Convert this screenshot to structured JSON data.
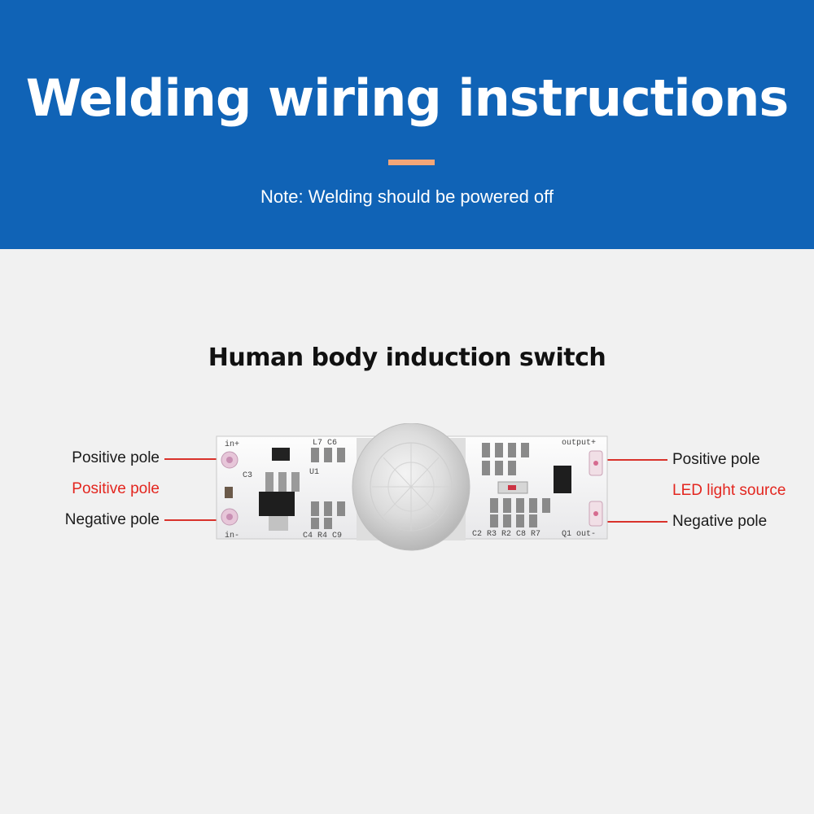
{
  "banner": {
    "title": "Welding wiring instructions",
    "note": "Note: Welding should be powered off",
    "background_color": "#1063b6",
    "accent_color": "#f2a679"
  },
  "section_title": "Human body induction switch",
  "labels": {
    "left": {
      "positive_top": "Positive pole",
      "positive_red": "Positive pole",
      "negative": "Negative pole"
    },
    "right": {
      "positive": "Positive pole",
      "led_red": "LED light source",
      "negative": "Negative pole"
    }
  },
  "board": {
    "silkscreen": {
      "in_plus": "in+",
      "in_minus": "in-",
      "c3": "C3",
      "u1": "U1",
      "c4": "C4 R4 C9",
      "l7": "L7 C6",
      "output_plus": "output+",
      "output_minus": "Q1 out-",
      "c2": "C2 R3 R2 C8 R7"
    }
  }
}
